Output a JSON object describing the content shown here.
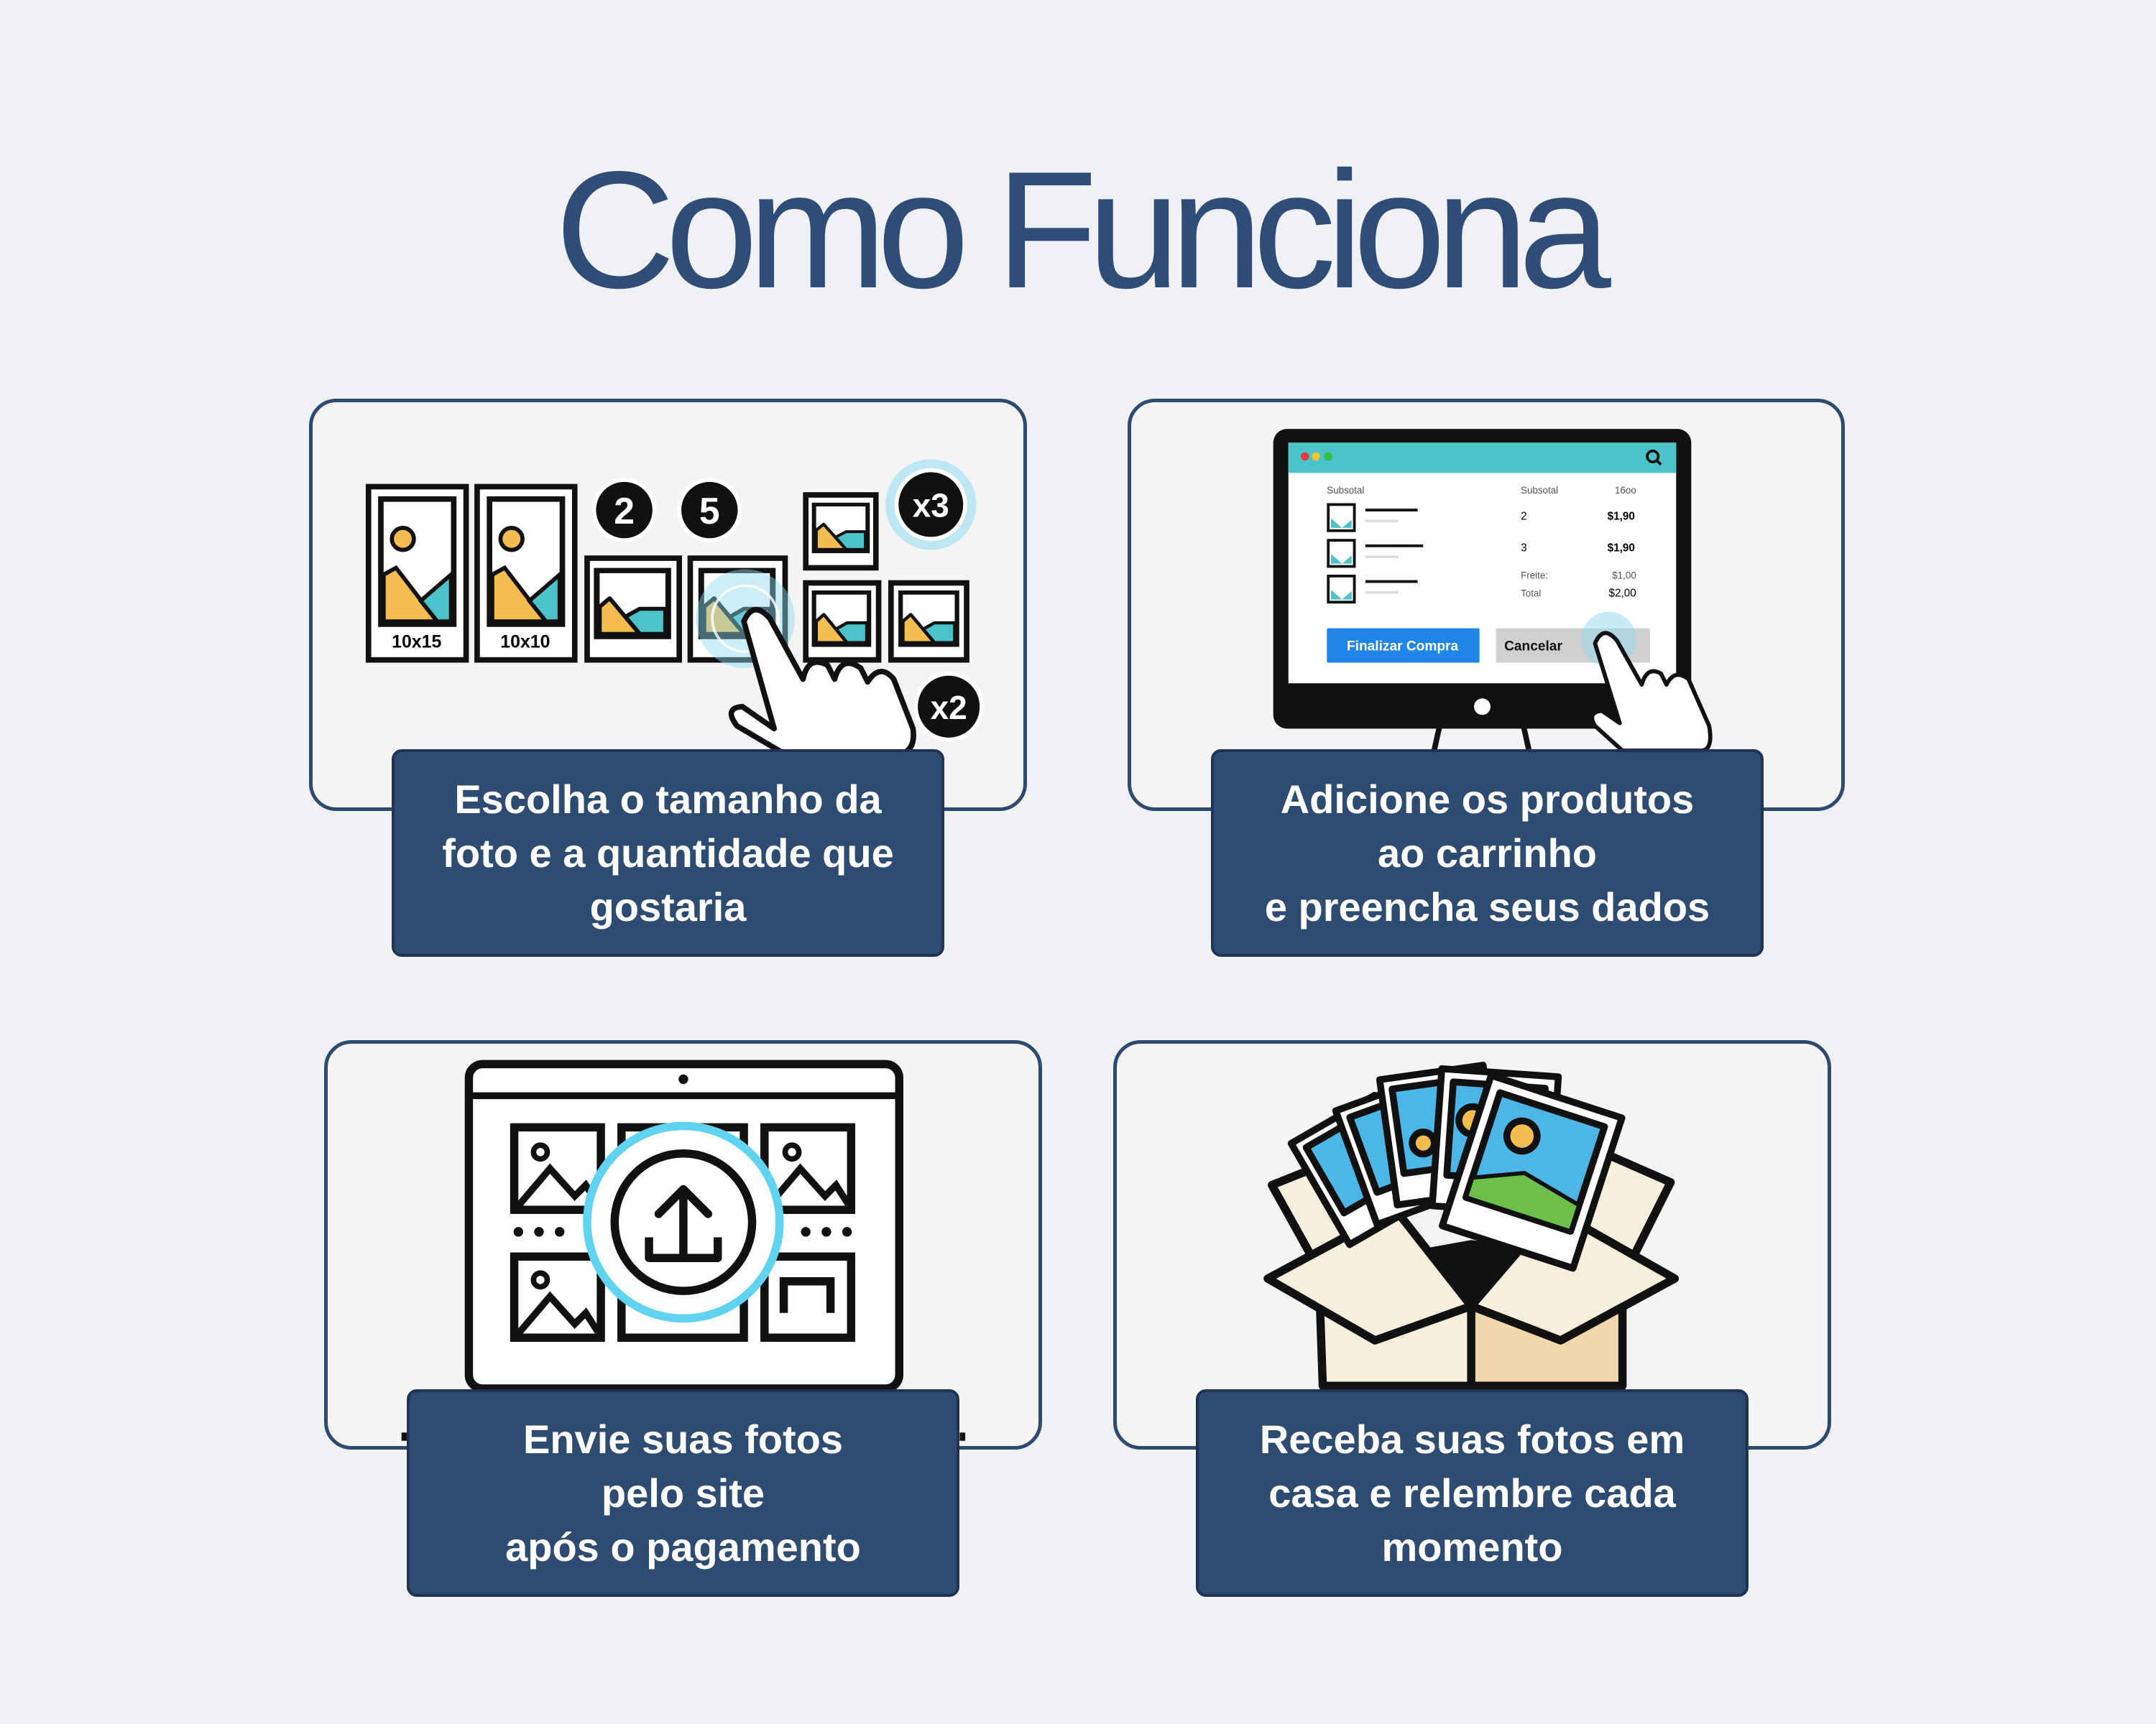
{
  "title": "Como Funciona",
  "colors": {
    "background": "#eff1f5",
    "accent": "#2e4b72",
    "teal": "#4cc3c9",
    "blue_button": "#1f86e8",
    "photo_yellow": "#f3bd4f"
  },
  "steps": [
    {
      "lines": [
        "Escolha o tamanho da",
        "foto e a quantidade que",
        "gostaria"
      ],
      "illustration": {
        "sizes": [
          "10x15",
          "10x10"
        ],
        "quantities": [
          "2",
          "5"
        ],
        "multipliers": [
          "x3",
          "x2"
        ],
        "icons": [
          "photo-icon",
          "pointing-hand-icon"
        ]
      }
    },
    {
      "lines": [
        "Adicione os produtos",
        "ao carrinho",
        "e preencha seus dados"
      ],
      "illustration": {
        "header_left": "Subsotal",
        "header_mid": "Subsotal",
        "header_right": "16oo",
        "rows": [
          {
            "qty": "2",
            "price": "$1,90"
          },
          {
            "qty": "3",
            "price": "$1,90"
          }
        ],
        "shipping_label": "Freite:",
        "shipping_value": "$1,00",
        "total_label": "Total",
        "total_value": "$2,00",
        "primary_button": "Finalizar Compra",
        "secondary_button": "Cancelar",
        "icons": [
          "search-icon",
          "pointing-hand-icon"
        ]
      }
    },
    {
      "lines": [
        "Envie suas fotos",
        "pelo site",
        "após o pagamento"
      ],
      "illustration": {
        "icons": [
          "laptop-icon",
          "upload-icon",
          "photo-icon"
        ]
      }
    },
    {
      "lines": [
        "Receba suas fotos em",
        "casa e relembre cada",
        "momento"
      ],
      "illustration": {
        "icons": [
          "box-icon",
          "polaroid-photos-icon"
        ]
      }
    }
  ]
}
